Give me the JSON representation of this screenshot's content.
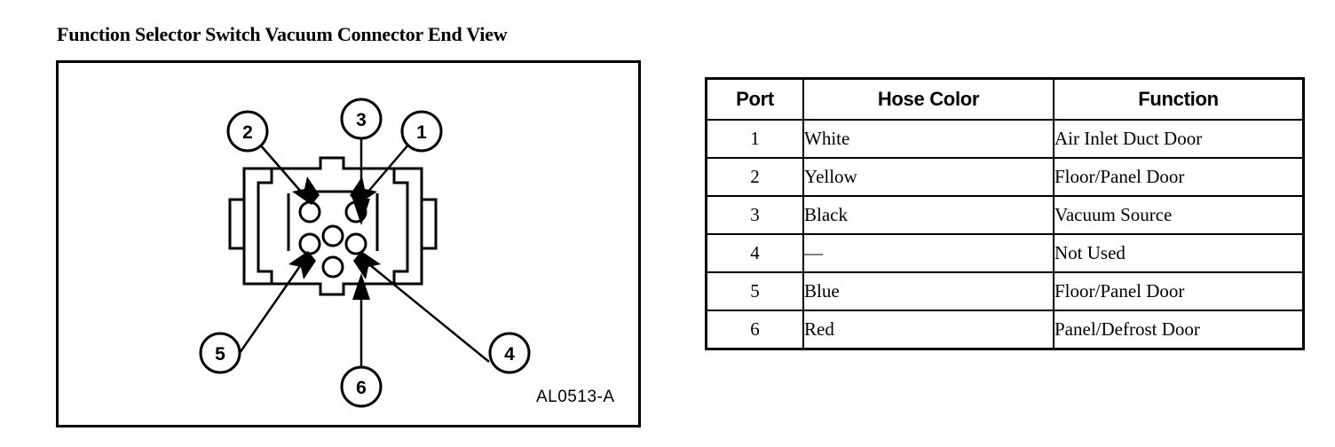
{
  "diagram": {
    "title": "Function Selector Switch Vacuum Connector End View",
    "reference_code": "AL0513-A",
    "callouts": [
      {
        "label": "1",
        "position": "top-right"
      },
      {
        "label": "2",
        "position": "top-left"
      },
      {
        "label": "3",
        "position": "top-center"
      },
      {
        "label": "4",
        "position": "bottom-right"
      },
      {
        "label": "5",
        "position": "bottom-left"
      },
      {
        "label": "6",
        "position": "bottom-center"
      }
    ],
    "port_count": 6
  },
  "table": {
    "headers": [
      "Port",
      "Hose Color",
      "Function"
    ],
    "rows": [
      {
        "port": "1",
        "hose_color": "White",
        "function": "Air Inlet Duct Door"
      },
      {
        "port": "2",
        "hose_color": "Yellow",
        "function": "Floor/Panel Door"
      },
      {
        "port": "3",
        "hose_color": "Black",
        "function": "Vacuum Source"
      },
      {
        "port": "4",
        "hose_color": "—",
        "function": "Not Used"
      },
      {
        "port": "5",
        "hose_color": "Blue",
        "function": "Floor/Panel Door"
      },
      {
        "port": "6",
        "hose_color": "Red",
        "function": "Panel/Defrost Door"
      }
    ]
  },
  "colors": {
    "ink": "#000000",
    "paper": "#ffffff"
  }
}
